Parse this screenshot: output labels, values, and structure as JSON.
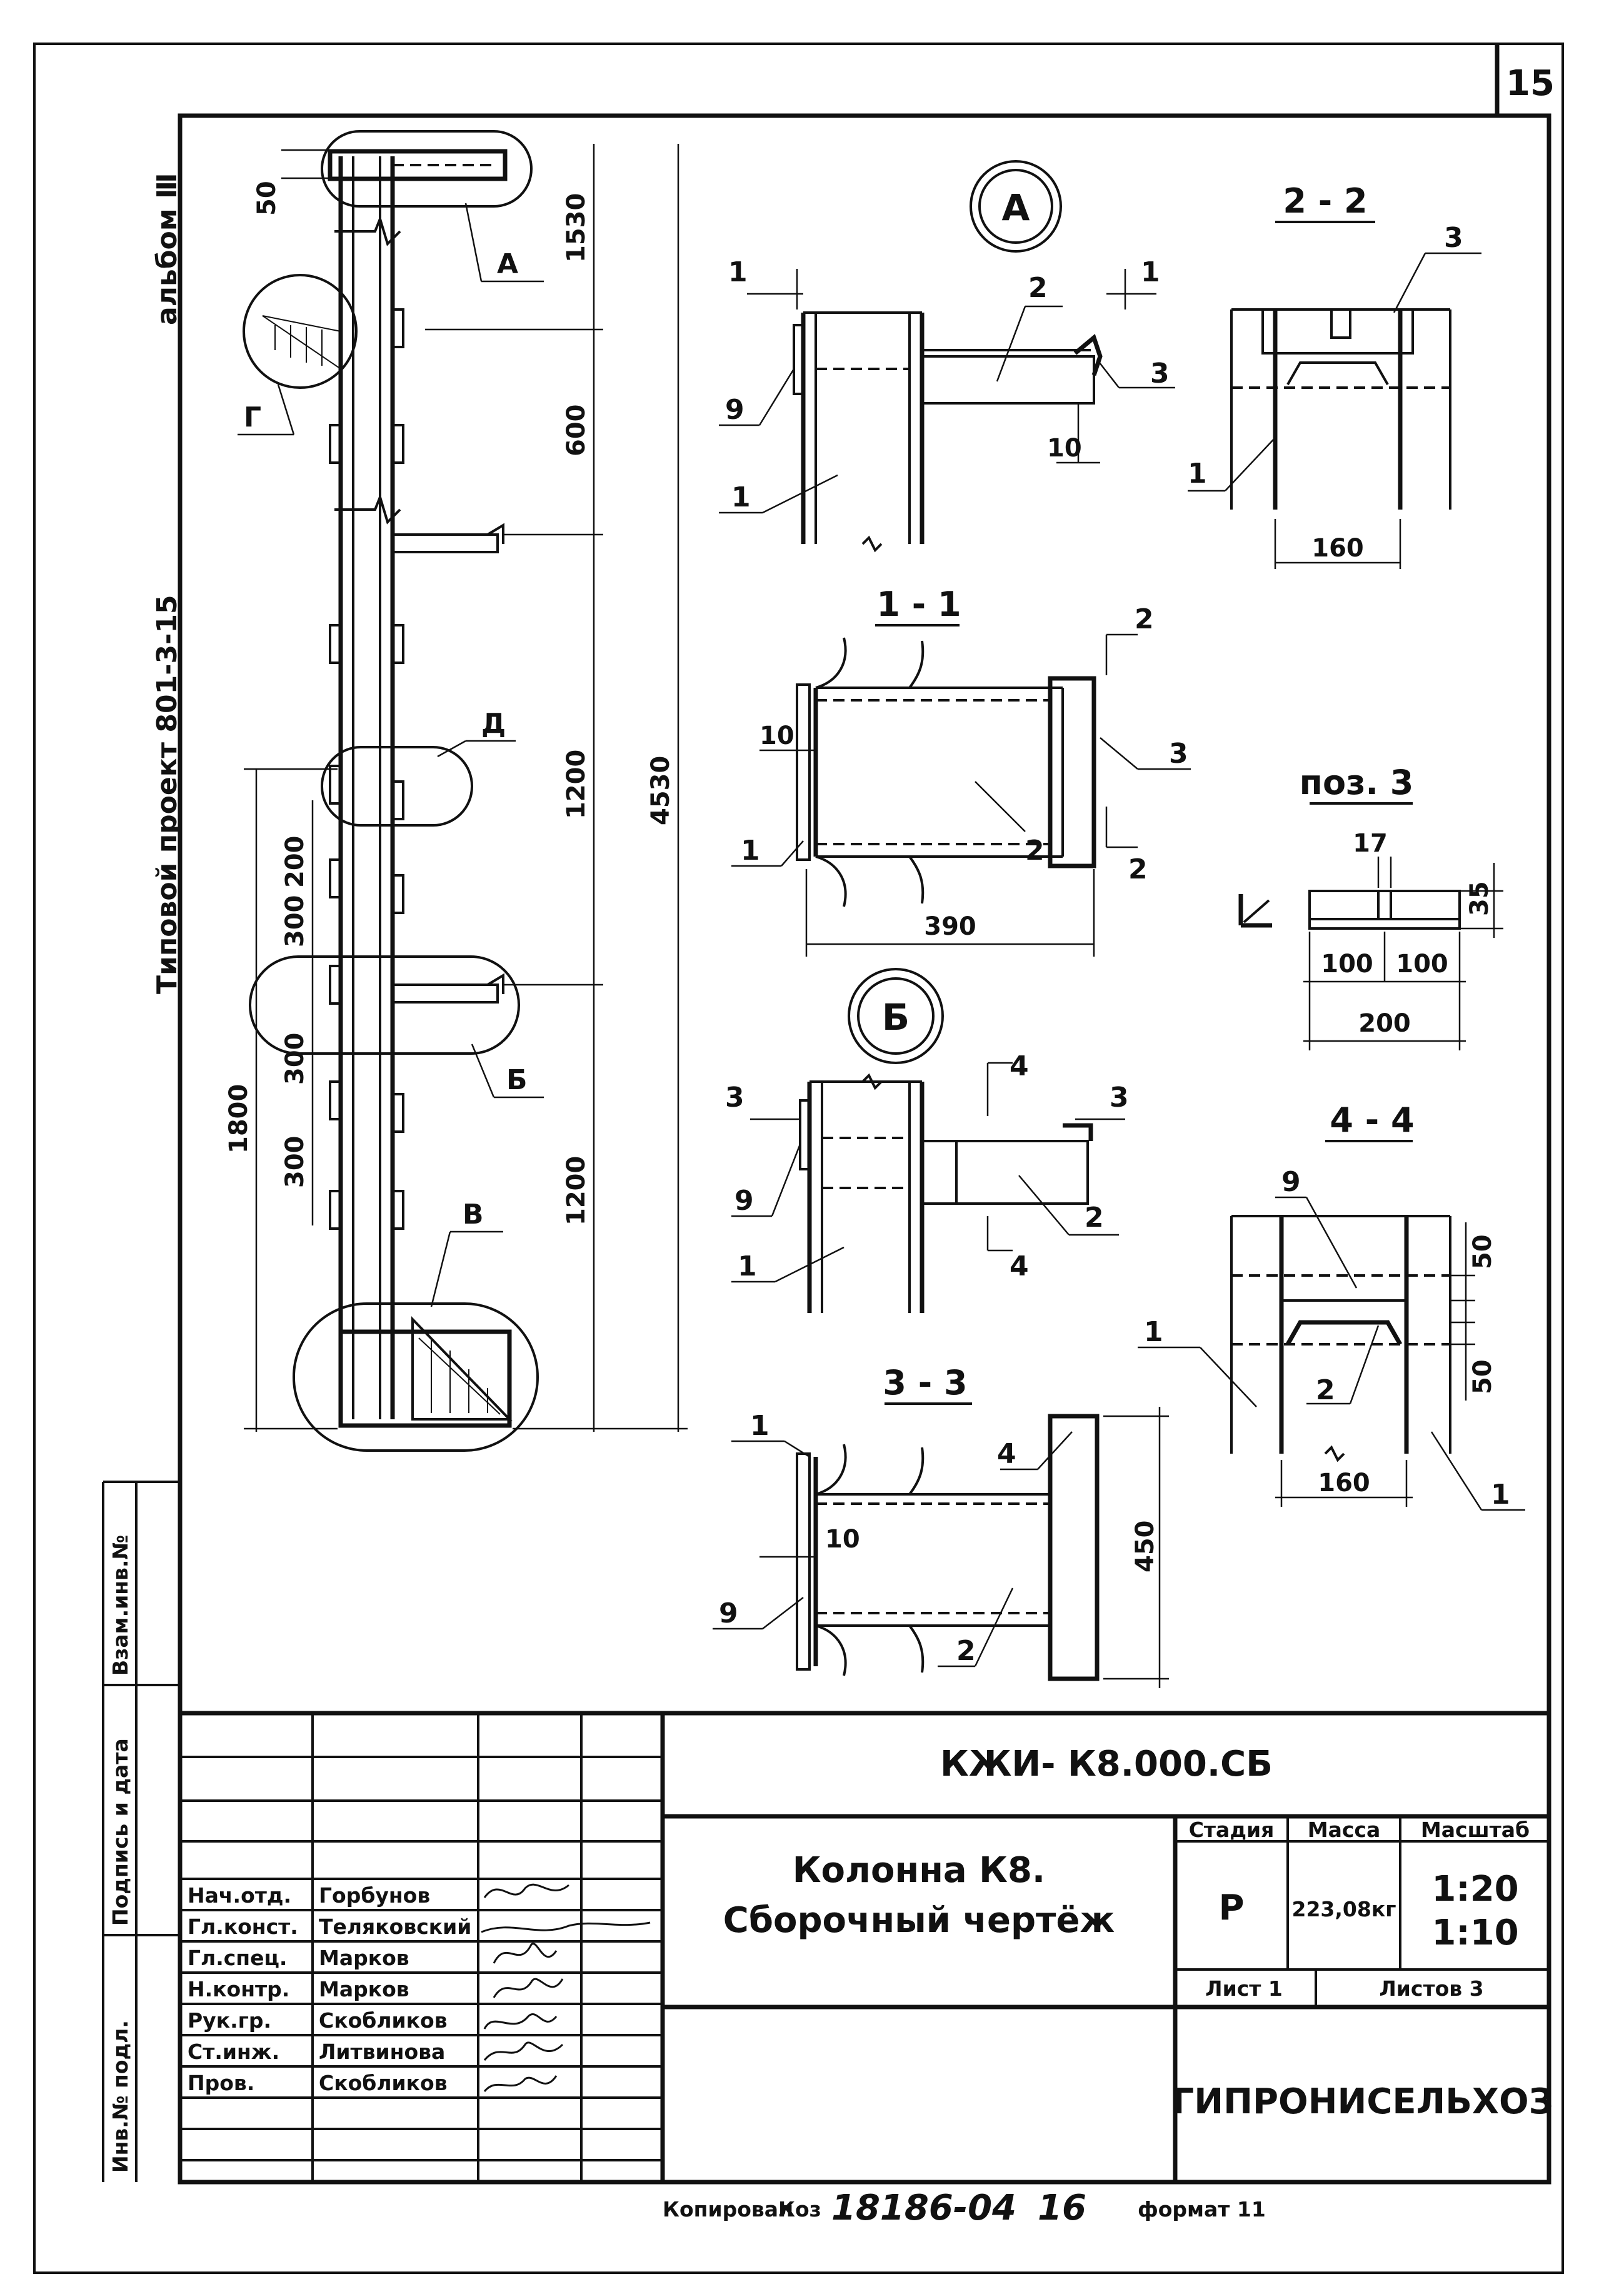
{
  "sheet": {
    "page_number": "15",
    "side_project": "Типовой проект 801-3-15",
    "side_album": "альбом Ⅲ",
    "left_margin": [
      "Инв.№ подл.",
      "Подпись и дата",
      "Взам.инв.№"
    ],
    "copied": "Копировал",
    "copied_sign": "Коз",
    "order_number": "18186-04",
    "order_sheet": "16",
    "format": "формат 11"
  },
  "main_view": {
    "callouts": [
      "А",
      "Г",
      "Д",
      "Б",
      "В"
    ],
    "dims": [
      "50",
      "1530",
      "600",
      "1200",
      "4530",
      "200",
      "300",
      "300",
      "300",
      "1800",
      "1200"
    ]
  },
  "detail_a": {
    "marker": "А",
    "section_marks": [
      "1",
      "1"
    ],
    "positions": [
      "2",
      "3",
      "9",
      "1"
    ],
    "dims": [
      "10"
    ]
  },
  "section_2_2": {
    "title": "2 - 2",
    "positions": [
      "3",
      "1"
    ],
    "dims": [
      "160"
    ]
  },
  "section_1_1": {
    "title": "1 - 1",
    "section_marks": [
      "2",
      "2"
    ],
    "positions": [
      "1",
      "2",
      "3"
    ],
    "dims": [
      "10",
      "390"
    ]
  },
  "pos3": {
    "title": "поз. 3",
    "dims": [
      "17",
      "35",
      "100",
      "100",
      "200"
    ]
  },
  "detail_b": {
    "marker": "Б",
    "section_marks": [
      "3",
      "3",
      "4",
      "4"
    ],
    "positions": [
      "9",
      "1",
      "2"
    ]
  },
  "section_4_4": {
    "title": "4 - 4",
    "positions": [
      "9",
      "1",
      "2",
      "1"
    ],
    "dims": [
      "50",
      "50",
      "160"
    ]
  },
  "section_3_3": {
    "title": "3 - 3",
    "positions": [
      "1",
      "4",
      "10",
      "9",
      "2"
    ],
    "dims": [
      "450"
    ]
  },
  "title_block": {
    "designation": "КЖИ- К8.000.СБ",
    "name_line1": "Колонна К8.",
    "name_line2": "Сборочный чертёж",
    "stage_h": "Стадия",
    "mass_h": "Масса",
    "scale_h": "Масштаб",
    "stage": "Р",
    "mass": "223,08кг",
    "scale1": "1:20",
    "scale2": "1:10",
    "sheet": "Лист 1",
    "sheets": "Листов 3",
    "org": "ГИПРОНИСЕЛЬХОЗ",
    "staff": [
      {
        "role": "Нач.отд.",
        "name": "Горбунов"
      },
      {
        "role": "Гл.конст.",
        "name": "Теляковский"
      },
      {
        "role": "Гл.спец.",
        "name": "Марков"
      },
      {
        "role": "Н.контр.",
        "name": "Марков"
      },
      {
        "role": "Рук.гр.",
        "name": "Скобликов"
      },
      {
        "role": "Ст.инж.",
        "name": "Литвинова"
      },
      {
        "role": "Пров.",
        "name": "Скобликов"
      }
    ]
  }
}
